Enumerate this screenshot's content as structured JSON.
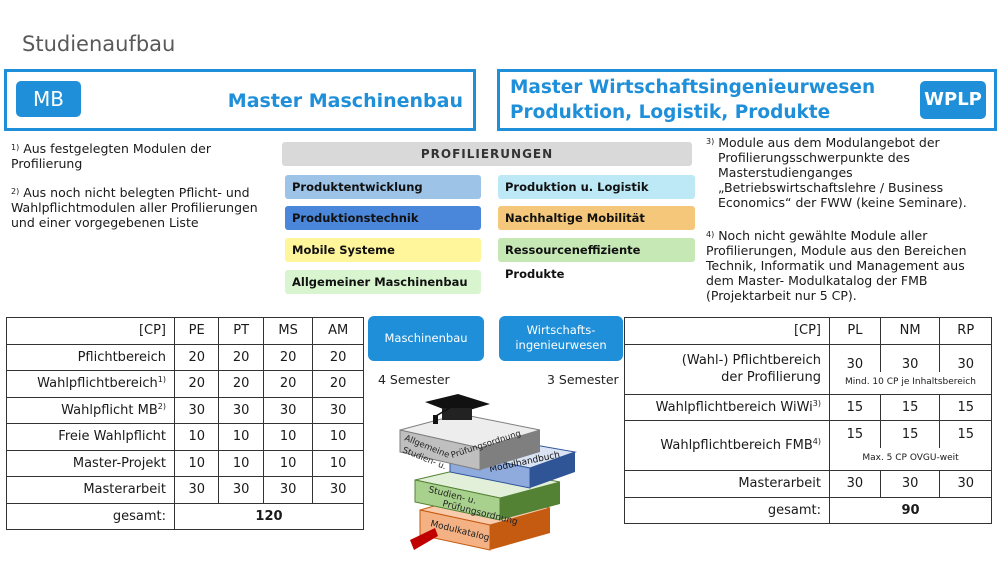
{
  "page": {
    "title": "Studienaufbau"
  },
  "mb": {
    "badge": "MB",
    "title": "Master Maschinenbau"
  },
  "wplp": {
    "title_line1": "Master Wirtschaftsingenieurwesen",
    "title_line2": "Produktion, Logistik, Produkte",
    "badge": "WPLP"
  },
  "notes_left": [
    {
      "mark": "1)",
      "text_line1": "Aus festgelegten Modulen der",
      "text_line2": "Profilierung"
    },
    {
      "mark": "2)",
      "text_line1": "Aus noch nicht belegten Pflicht- und",
      "text_line2": "Wahlpflichtmodulen aller Profilierungen",
      "text_line3": "und einer vorgegebenen Liste"
    }
  ],
  "notes_right": [
    {
      "mark": "3)",
      "line1": "Module aus dem Modulangebot der",
      "line2": "Profilierungsschwerpunkte des",
      "line3": "Masterstudienganges",
      "line4": "„Betriebswirtschaftslehre / Business",
      "line5": "Economics“ der FWW (keine Seminare)."
    },
    {
      "mark": "4)",
      "line1": "Noch nicht gewählte Module aller",
      "line2": "Profilierungen, Module aus den Bereichen",
      "line3": "Technik, Informatik und Management aus",
      "line4": "dem Master- Modulkatalog der FMB",
      "line5": "(Projektarbeit nur 5 CP)."
    }
  ],
  "profilierungen": {
    "heading": "PROFILIERUNGEN",
    "items": [
      {
        "label": "Produktentwicklung",
        "color": "#9dc3e6"
      },
      {
        "label": "Produktion u. Logistik",
        "color": "#bde9f7"
      },
      {
        "label": "Produktionstechnik",
        "color": "#4a86d9"
      },
      {
        "label": "Nachhaltige Mobilität",
        "color": "#f4c77a"
      },
      {
        "label": "Mobile Systeme",
        "color": "#fff59a"
      },
      {
        "label": "Ressourceneffiziente Produkte",
        "color": "#c5e8b5"
      },
      {
        "label": "Allgemeiner Maschinenbau",
        "color": "#d8f5d0"
      }
    ]
  },
  "middle": {
    "mb_button": "Maschinenbau",
    "wi_button_line1": "Wirtschafts-",
    "wi_button_line2": "ingenieurwesen",
    "mb_semester": "4 Semester",
    "wi_semester": "3 Semester"
  },
  "books": {
    "book1_line1": "Allgemeine",
    "book1_line2": "Studien- u.",
    "book1_line3": "Prüfungsordnung",
    "book2": "Modulhandbuch",
    "book3_line1": "Studien- u.",
    "book3_line2": "Prüfungsordnung",
    "book4": "Modulkatalog",
    "colors": {
      "grey": "#a6a6a6",
      "blue": "#2f5597",
      "green": "#a9d18e",
      "orange": "#f4b183",
      "red": "#c00000"
    }
  },
  "mb_table": {
    "header": [
      "[CP]",
      "PE",
      "PT",
      "MS",
      "AM"
    ],
    "rows": [
      {
        "label": "Pflichtbereich",
        "sup": "",
        "values": [
          "20",
          "20",
          "20",
          "20"
        ]
      },
      {
        "label": "Wahlpflichtbereich",
        "sup": "1)",
        "values": [
          "20",
          "20",
          "20",
          "20"
        ]
      },
      {
        "label": "Wahlpflicht MB",
        "sup": "2)",
        "values": [
          "30",
          "30",
          "30",
          "30"
        ]
      },
      {
        "label": "Freie Wahlpflicht",
        "sup": "",
        "values": [
          "10",
          "10",
          "10",
          "10"
        ]
      },
      {
        "label": "Master-Projekt",
        "sup": "",
        "values": [
          "10",
          "10",
          "10",
          "10"
        ]
      },
      {
        "label": "Masterarbeit",
        "sup": "",
        "values": [
          "30",
          "30",
          "30",
          "30"
        ]
      }
    ],
    "total_label": "gesamt:",
    "total_value": "120"
  },
  "wi_table": {
    "header": [
      "[CP]",
      "PL",
      "NM",
      "RP"
    ],
    "row1": {
      "label_line1": "(Wahl-) Pflichtbereich",
      "label_line2": "der Profilierung",
      "values": [
        "30",
        "30",
        "30"
      ],
      "note": "Mind. 10 CP je Inhaltsbereich"
    },
    "row2": {
      "label": "Wahlpflichtbereich WiWi",
      "sup": "3)",
      "values": [
        "15",
        "15",
        "15"
      ]
    },
    "row3": {
      "label": "Wahlpflichtbereich FMB",
      "sup": "4)",
      "values": [
        "15",
        "15",
        "15"
      ],
      "note": "Max. 5 CP OVGU-weit"
    },
    "row4": {
      "label": "Masterarbeit",
      "values": [
        "30",
        "30",
        "30"
      ]
    },
    "total_label": "gesamt:",
    "total_value": "90"
  },
  "colors": {
    "accent": "#1e8fd8"
  }
}
